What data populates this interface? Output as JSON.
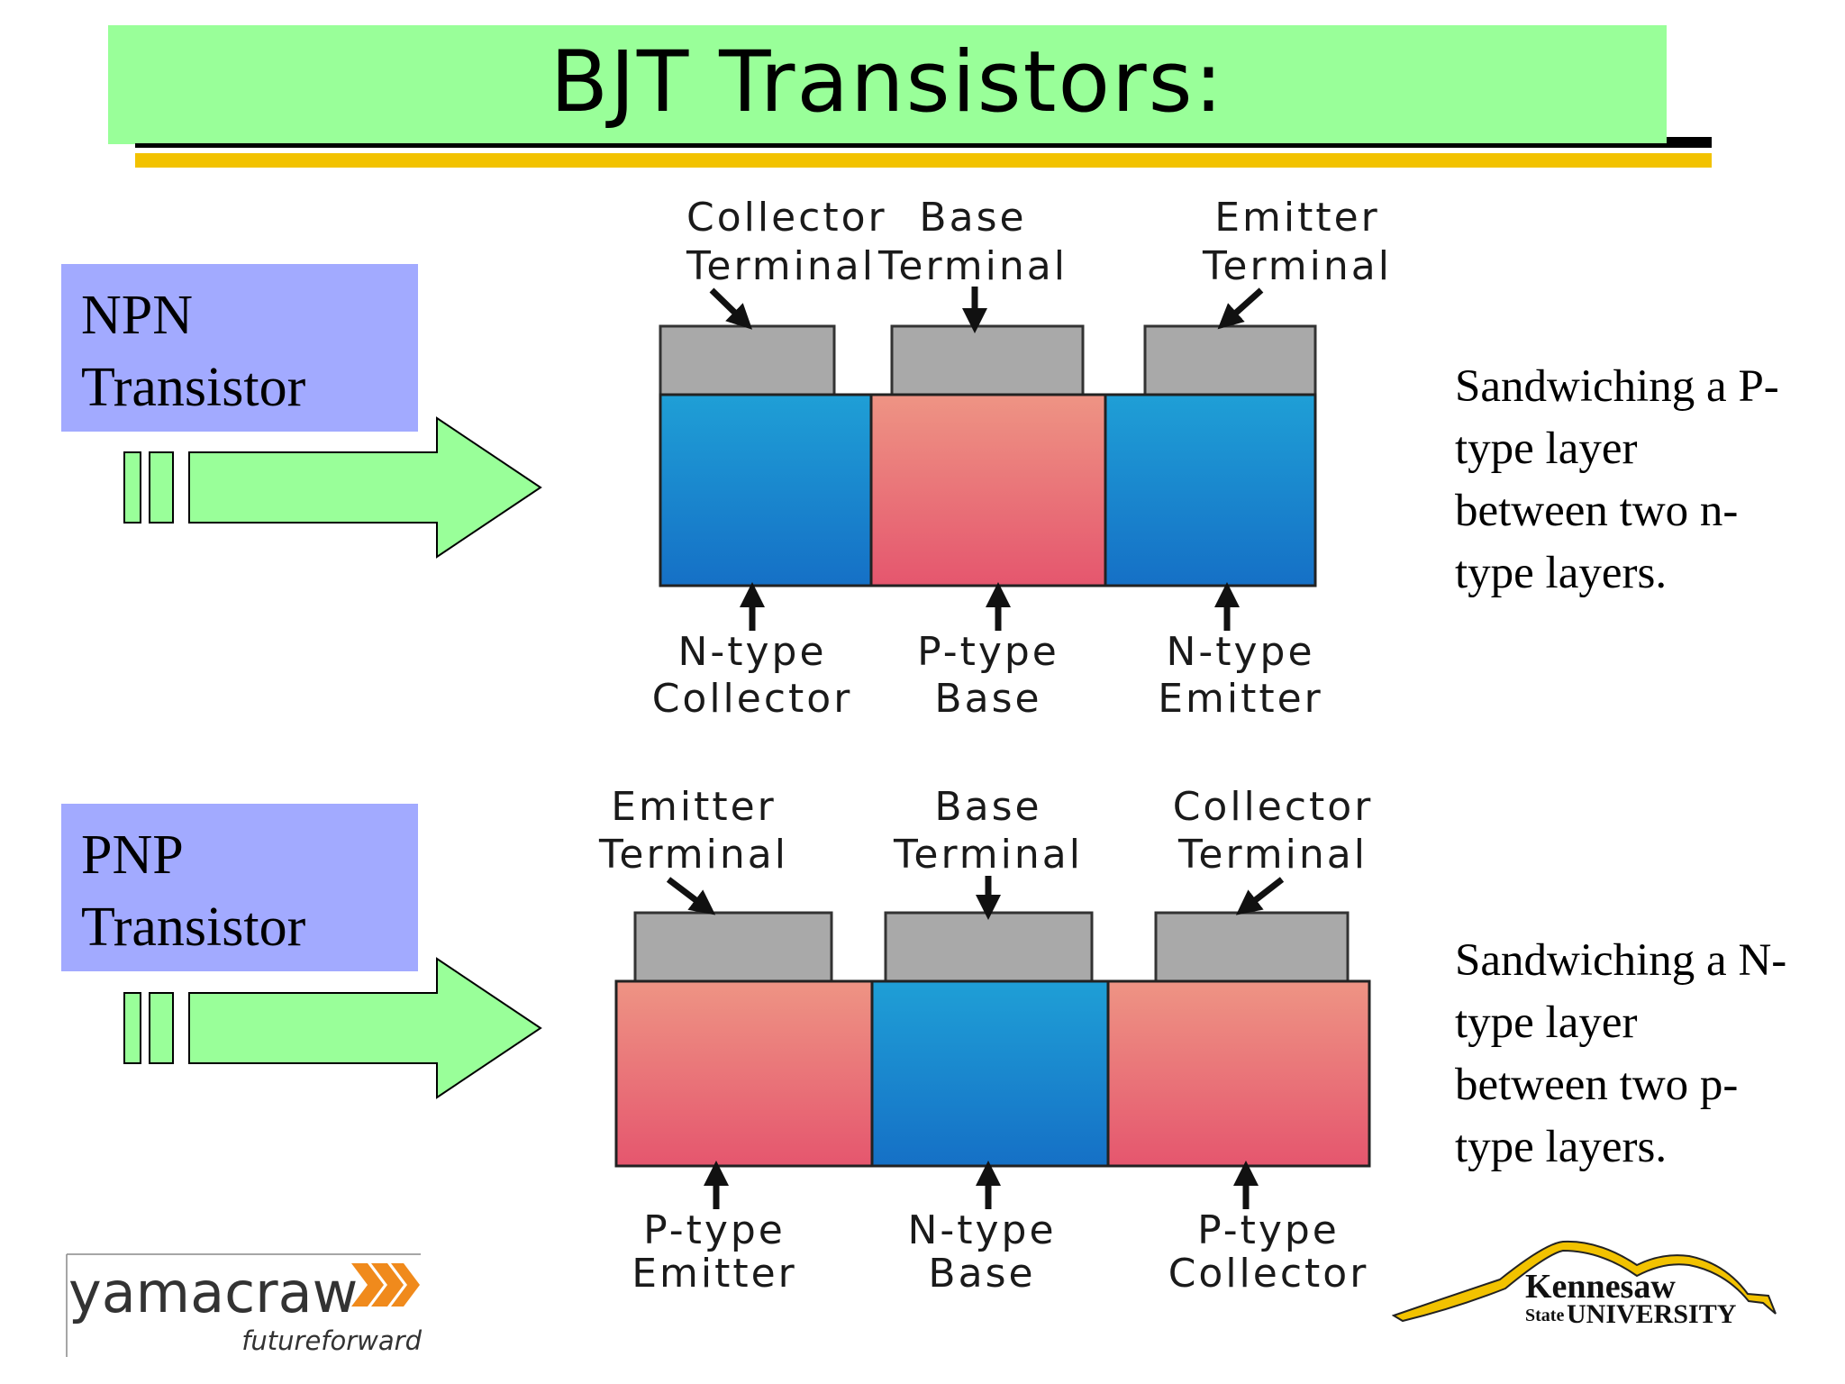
{
  "title": "BJT Transistors:",
  "npn": {
    "label_line1": "NPN",
    "label_line2": "Transistor",
    "description": [
      "Sandwiching a P-",
      "type layer",
      "between two n-",
      "type layers."
    ],
    "terminals": [
      {
        "line1": "Collector",
        "line2": "Terminal"
      },
      {
        "line1": "Base",
        "line2": "Terminal"
      },
      {
        "line1": "Emitter",
        "line2": "Terminal"
      }
    ],
    "regions": [
      {
        "line1": "N-type",
        "line2": "Collector"
      },
      {
        "line1": "P-type",
        "line2": "Base"
      },
      {
        "line1": "N-type",
        "line2": "Emitter"
      }
    ]
  },
  "pnp": {
    "label_line1": "PNP",
    "label_line2": "Transistor",
    "description": [
      "Sandwiching a N-",
      "type layer",
      "between two p-",
      "type layers."
    ],
    "terminals": [
      {
        "line1": "Emitter",
        "line2": "Terminal"
      },
      {
        "line1": "Base",
        "line2": "Terminal"
      },
      {
        "line1": "Collector",
        "line2": "Terminal"
      }
    ],
    "regions": [
      {
        "line1": "P-type",
        "line2": "Emitter"
      },
      {
        "line1": "N-type",
        "line2": "Base"
      },
      {
        "line1": "P-type",
        "line2": "Collector"
      }
    ]
  },
  "colors": {
    "title_banner": "#99ff99",
    "label_box": "#a2aaff",
    "n_type_top": "#1f9fd6",
    "n_type_bottom": "#1570c6",
    "p_type_top": "#ee9484",
    "p_type_bottom": "#e5566e",
    "contact": "#a9a9a9",
    "accent_gold": "#f2c200"
  },
  "logos": {
    "yamacraw_name": "yamacraw",
    "yamacraw_tagline": "futureforward",
    "ksu_line1": "Kennesaw",
    "ksu_state": "State",
    "ksu_line2": "UNIVERSITY"
  }
}
